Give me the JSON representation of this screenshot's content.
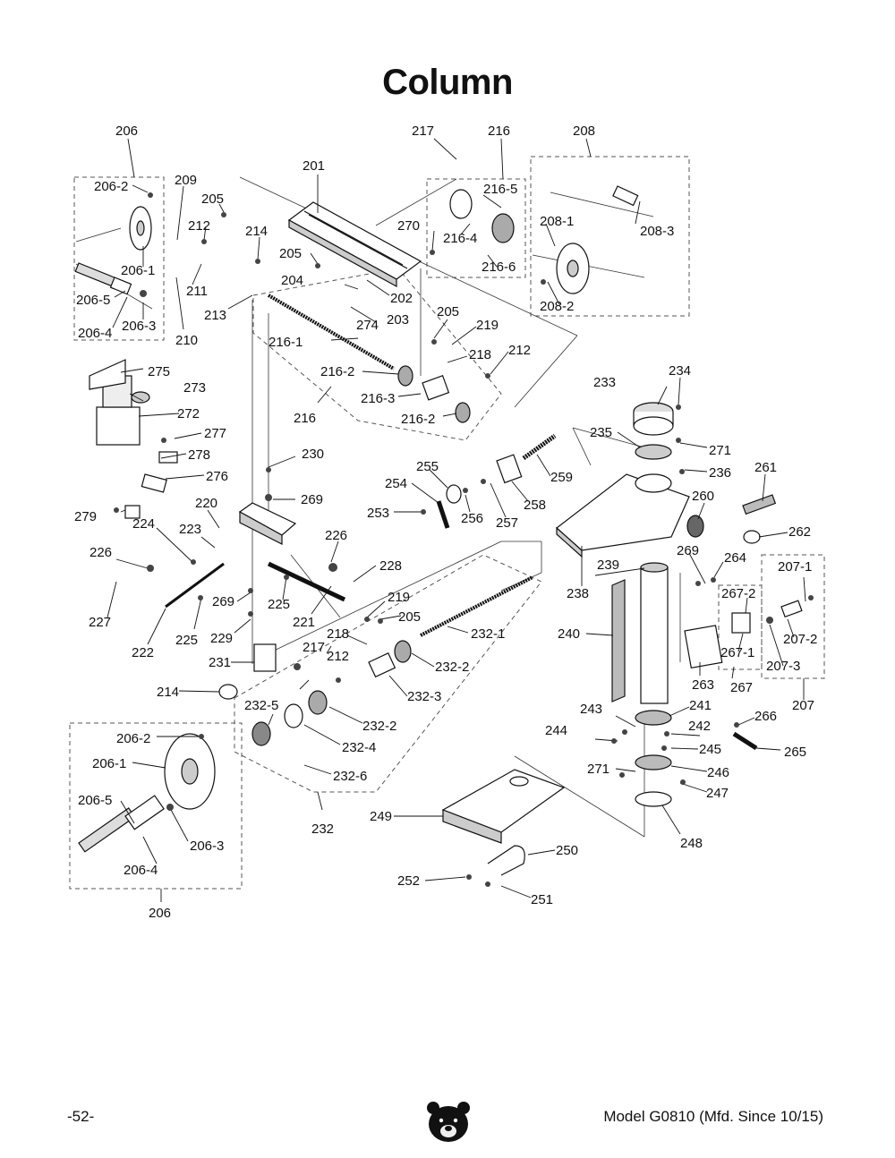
{
  "title": "Column",
  "footer": {
    "page_number": "-52-",
    "model": "Model G0810 (Mfd. Since 10/15)"
  },
  "logo_icon": "grizzly-bear-head-icon",
  "callouts": [
    "201",
    "202",
    "203",
    "204",
    "205",
    "206",
    "206-1",
    "206-2",
    "206-3",
    "206-4",
    "206-5",
    "207",
    "207-1",
    "207-2",
    "207-3",
    "208",
    "208-1",
    "208-2",
    "208-3",
    "209",
    "210",
    "211",
    "212",
    "213",
    "214",
    "216",
    "216-1",
    "216-2",
    "216-3",
    "216-4",
    "216-5",
    "216-6",
    "217",
    "218",
    "219",
    "220",
    "221",
    "222",
    "223",
    "224",
    "225",
    "226",
    "227",
    "228",
    "229",
    "230",
    "231",
    "232",
    "232-1",
    "232-2",
    "232-3",
    "232-4",
    "232-5",
    "232-6",
    "233",
    "234",
    "235",
    "236",
    "238",
    "239",
    "240",
    "241",
    "242",
    "243",
    "244",
    "245",
    "246",
    "247",
    "248",
    "249",
    "250",
    "251",
    "252",
    "253",
    "254",
    "255",
    "256",
    "257",
    "258",
    "259",
    "260",
    "261",
    "262",
    "263",
    "264",
    "265",
    "266",
    "267",
    "267-1",
    "267-2",
    "269",
    "270",
    "271",
    "272",
    "273",
    "274",
    "275",
    "276",
    "277",
    "278",
    "279"
  ]
}
